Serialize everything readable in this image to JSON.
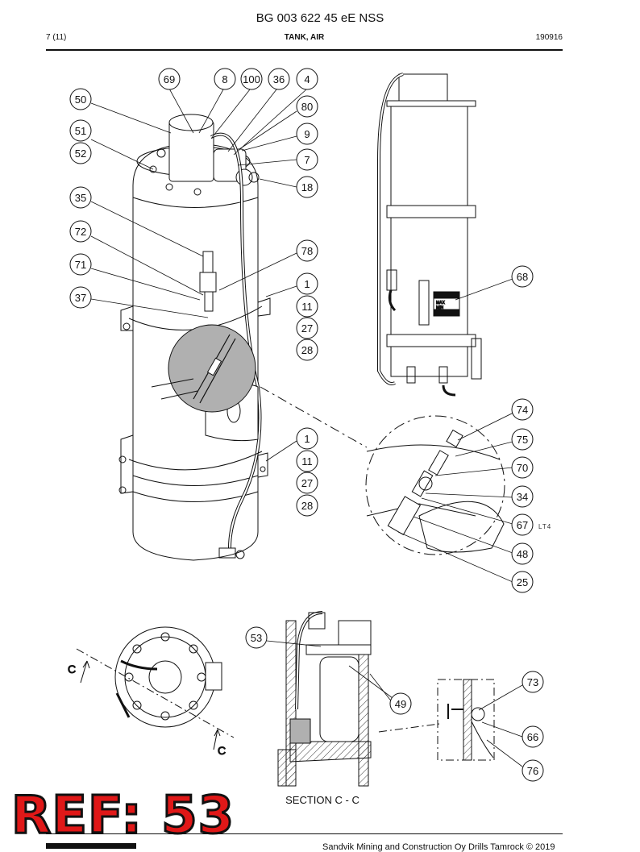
{
  "header": {
    "doc_title": "BG 003 622 45 eE NSS",
    "page": "7 (11)",
    "section": "TANK, AIR",
    "date": "190916"
  },
  "callouts": [
    {
      "id": "c69",
      "label": "69"
    },
    {
      "id": "c8",
      "label": "8"
    },
    {
      "id": "c100",
      "label": "100"
    },
    {
      "id": "c36",
      "label": "36"
    },
    {
      "id": "c4",
      "label": "4"
    },
    {
      "id": "c50",
      "label": "50"
    },
    {
      "id": "c80",
      "label": "80"
    },
    {
      "id": "c51",
      "label": "51"
    },
    {
      "id": "c52",
      "label": "52"
    },
    {
      "id": "c9",
      "label": "9"
    },
    {
      "id": "c7",
      "label": "7"
    },
    {
      "id": "c18",
      "label": "18"
    },
    {
      "id": "c35",
      "label": "35"
    },
    {
      "id": "c72",
      "label": "72"
    },
    {
      "id": "c78",
      "label": "78"
    },
    {
      "id": "c71",
      "label": "71"
    },
    {
      "id": "c1a",
      "label": "1"
    },
    {
      "id": "c37",
      "label": "37"
    },
    {
      "id": "c11a",
      "label": "11"
    },
    {
      "id": "c27a",
      "label": "27"
    },
    {
      "id": "c28a",
      "label": "28"
    },
    {
      "id": "c68",
      "label": "68"
    },
    {
      "id": "c74",
      "label": "74"
    },
    {
      "id": "c75",
      "label": "75"
    },
    {
      "id": "c1b",
      "label": "1"
    },
    {
      "id": "c11b",
      "label": "11"
    },
    {
      "id": "c70",
      "label": "70"
    },
    {
      "id": "c27b",
      "label": "27"
    },
    {
      "id": "c34",
      "label": "34"
    },
    {
      "id": "c28b",
      "label": "28"
    },
    {
      "id": "c67",
      "label": "67"
    },
    {
      "id": "c48",
      "label": "48"
    },
    {
      "id": "c25",
      "label": "25"
    },
    {
      "id": "c53",
      "label": "53"
    },
    {
      "id": "c73",
      "label": "73"
    },
    {
      "id": "c49",
      "label": "49"
    },
    {
      "id": "c66",
      "label": "66"
    },
    {
      "id": "c76",
      "label": "76"
    }
  ],
  "labels": {
    "lt4": "LT4",
    "max": "MAX",
    "min": "MIN",
    "section_mark_top": "C",
    "section_mark_bottom": "C"
  },
  "section_caption": "SECTION C - C",
  "stamp": "REF: 53",
  "footer": {
    "copyright": "Sandvik Mining and Construction Oy Drills Tamrock © 2019"
  },
  "colors": {
    "stamp_red": "#e01818",
    "shade_gray": "#b0b0b0",
    "line": "#111111"
  }
}
